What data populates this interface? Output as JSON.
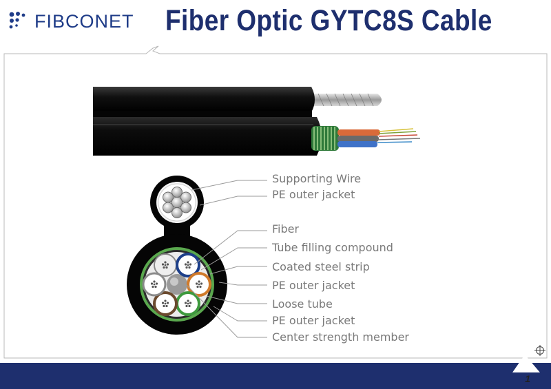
{
  "header": {
    "logo_text": "FIBCONET",
    "title": "Fiber Optic GYTC8S Cable"
  },
  "labels": [
    "Supporting Wire",
    "PE outer jacket",
    "Fiber",
    "Tube filling compound",
    "Coated steel strip",
    "PE outer jacket",
    "Loose tube",
    "PE outer jacket",
    "Center strength member"
  ],
  "footer": {
    "page_number": "1"
  },
  "colors": {
    "brand_blue": "#1e2f6e",
    "logo_blue": "#1f3c88",
    "label_gray": "#7a7a7a"
  },
  "icons": [
    "crosshair-icon"
  ]
}
